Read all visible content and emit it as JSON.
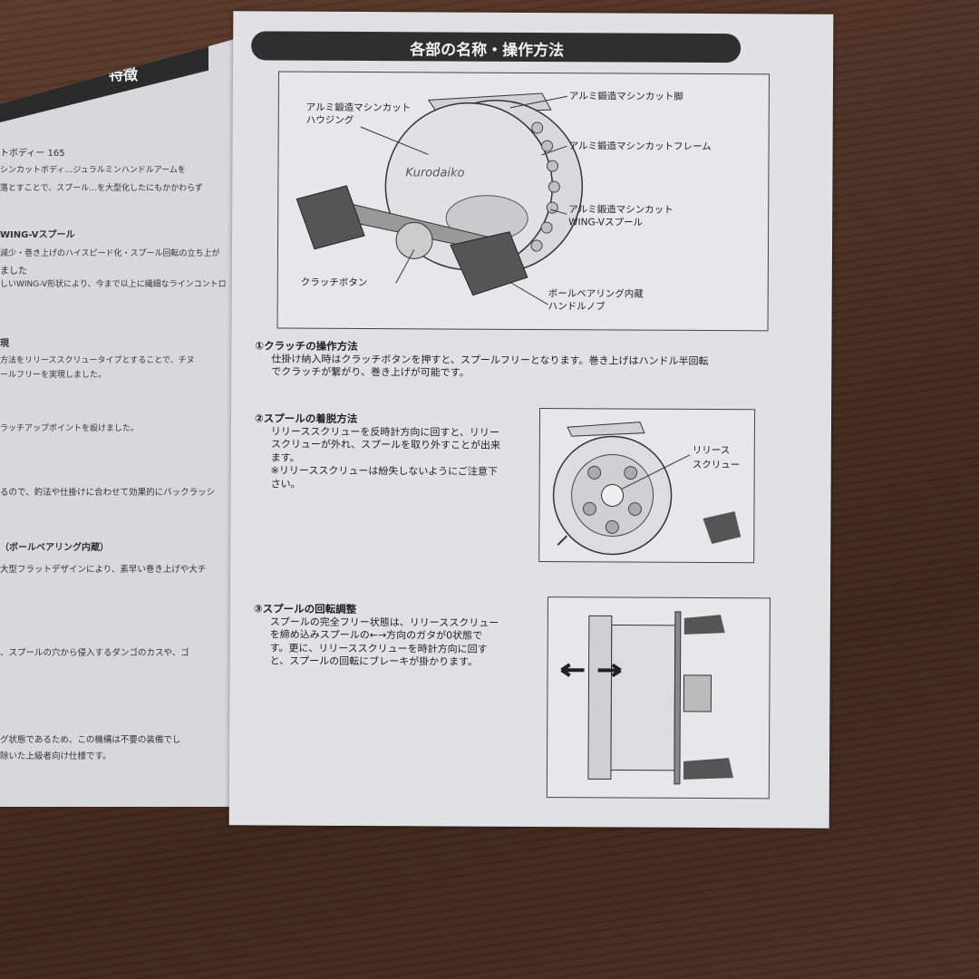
{
  "left_page": {
    "header": "特徴",
    "lines": [
      "トボディー 165",
      "シンカットボディ…ジュラルミンハンドルアームを",
      "落とすことで、スプール…を大型化したにもかかわらず",
      "WING-Vスプール",
      "減少・巻き上げのハイスピード化・スプール回転の立ち上が",
      "ました",
      "しいWING-V形状により、今まで以上に繊細なラインコントロ",
      "現",
      "方法をリリーススクリュータイプとすることで、チヌ",
      "ールフリーを実現しました。",
      "ラッチアップポイントを設けました。",
      "るので、釣法や仕掛けに合わせて効果的にバックラッシ",
      "（ボールベアリング内蔵）",
      "大型フラットデザインにより、素早い巻き上げや大チ",
      "、スプールの穴から侵入するダンゴのカスや、ゴ",
      "グ状態であるため、この機構は不要の装備でし",
      "除いた上級者向け仕様です。"
    ]
  },
  "right_page": {
    "title": "各部の名称・操作方法",
    "diagram_labels": {
      "foot": "アルミ鍛造マシンカット脚",
      "frame": "アルミ鍛造マシンカットフレーム",
      "spool_1": "アルミ鍛造マシンカット",
      "spool_2": "WING-Vスプール",
      "housing_1": "アルミ鍛造マシンカット",
      "housing_2": "ハウジング",
      "clutch": "クラッチボタン",
      "knob_1": "ボールベアリング内蔵",
      "knob_2": "ハンドルノブ",
      "logo": "Kurodaiko"
    },
    "sections": [
      {
        "title": "①クラッチの操作方法",
        "lines": [
          "仕掛け納入時はクラッチボタンを押すと、スプールフリーとなります。巻き上げはハンドル半回転",
          "でクラッチが繋がり、巻き上げが可能です。"
        ]
      },
      {
        "title": "②スプールの着脱方法",
        "lines": [
          "リリーススクリューを反時計方向に回すと、リリー",
          "スクリューが外れ、スプールを取り外すことが出来",
          "ます。",
          "※リリーススクリューは紛失しないようにご注意下",
          "さい。"
        ],
        "figure_label_1": "リリース",
        "figure_label_2": "スクリュー"
      },
      {
        "title": "③スプールの回転調整",
        "lines": [
          "スプールの完全フリー状態は、リリーススクリュー",
          "を締め込みスプールの←→方向のガタが0状態で",
          "す。更に、リリーススクリューを時計方向に回す",
          "と、スプールの回転にブレーキが掛かります。"
        ]
      }
    ]
  }
}
